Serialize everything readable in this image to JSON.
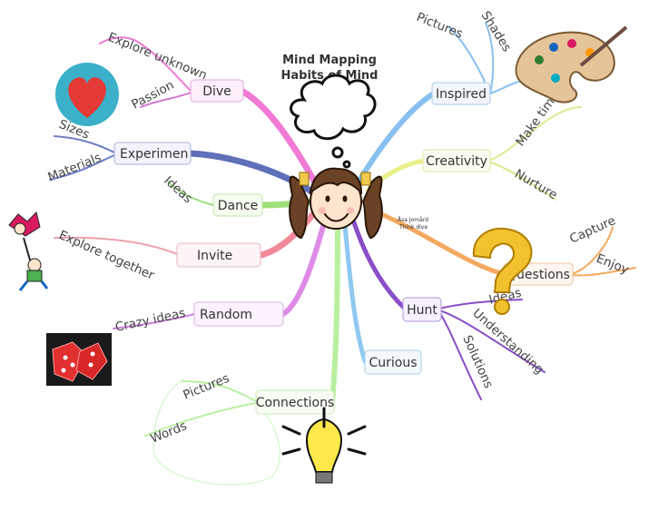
{
  "title": {
    "line1": "Mind Mapping",
    "line2": "Habits of Mind"
  },
  "credit": {
    "line1": "Åsa Jomård",
    "line2": "Think dive"
  },
  "nodes": {
    "dive": "Dive",
    "experiment": "Experimen",
    "dance": "Dance",
    "invite": "Invite",
    "random": "Random",
    "connections": "Connections",
    "curious": "Curious",
    "hunt": "Hunt",
    "questions": "Questions",
    "creativity": "Creativity",
    "inspired": "Inspired"
  },
  "branches": {
    "explore_unknown": "Explore unknown",
    "passion": "Passion",
    "sizes": "Sizes",
    "materials": "Materials",
    "ideas_dance": "Ideas",
    "explore_together": "Explore together",
    "crazy_ideas": "Crazy ideas",
    "pictures_conn": "Pictures",
    "words": "Words",
    "ideas_hunt": "Ideas",
    "understanding": "Understanding",
    "solutions": "Solutions",
    "capture": "Capture",
    "enjoy": "Enjoy",
    "make_time": "Make time",
    "nurture": "Nurture",
    "pictures_insp": "Pictures",
    "shades": "Shades"
  },
  "icons": [
    "heart-icon",
    "dice-icon",
    "child-swinging-icon",
    "lightbulb-icon",
    "question-mark-icon",
    "paint-palette-icon",
    "thought-bubble-icon",
    "girl-face-icon"
  ],
  "colors": {
    "dive": "#f07ad6",
    "experiment": "#5f6fb8",
    "dance": "#9ee07a",
    "invite": "#f08a9a",
    "random": "#e08ae8",
    "connections": "#b8f0a0",
    "curious": "#8fc8f0",
    "hunt": "#8a4ec8",
    "questions": "#f5a860",
    "creativity": "#e8f08a",
    "inspired": "#88c0f0"
  }
}
